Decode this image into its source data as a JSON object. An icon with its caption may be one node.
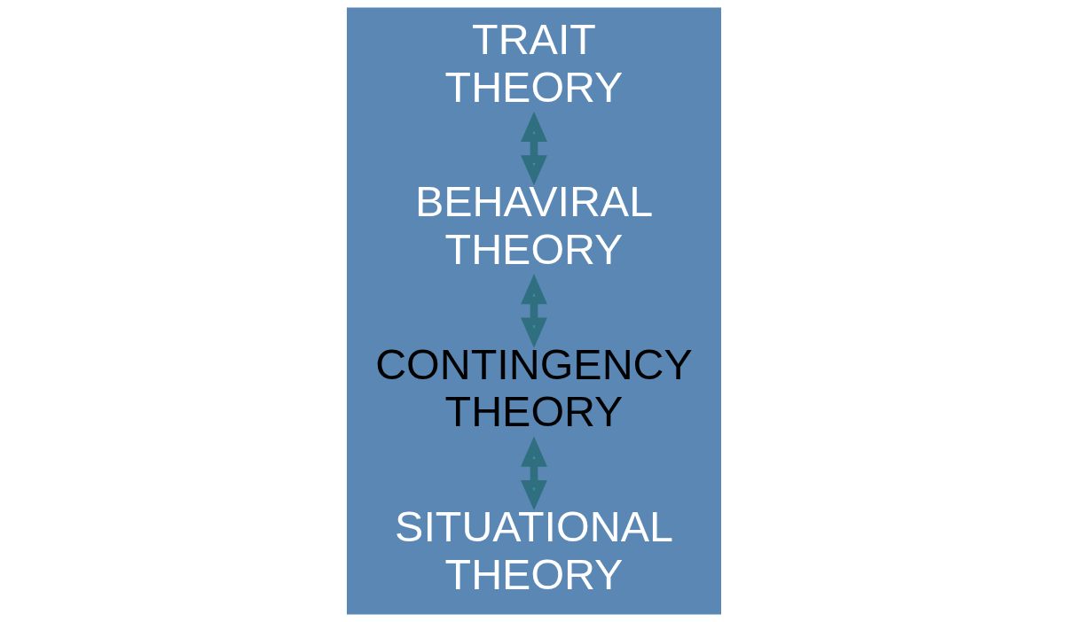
{
  "diagram": {
    "nodes": [
      {
        "text": [
          "TRAIT THEORY"
        ]
      },
      {
        "text": [
          "BEHAVIRAL THEORY"
        ]
      },
      {
        "text": [
          "CONTINGENCY THEORY"
        ]
      },
      {
        "text": [
          "SITUATIONAL THEORY"
        ]
      }
    ],
    "edges": [
      {
        "from": 0,
        "to": 1,
        "arrow": "both"
      },
      {
        "from": 1,
        "to": 2,
        "arrow": "both"
      },
      {
        "from": 2,
        "to": 3,
        "arrow": "both"
      }
    ]
  }
}
